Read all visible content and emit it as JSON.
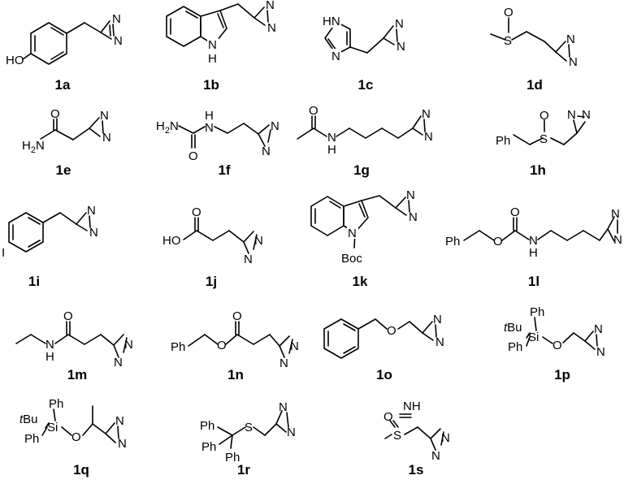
{
  "compounds": [
    {
      "id": "1a",
      "atoms": [
        "HO",
        "N",
        "N"
      ]
    },
    {
      "id": "1b",
      "atoms": [
        "N",
        "H",
        "N",
        "N"
      ]
    },
    {
      "id": "1c",
      "atoms": [
        "HN",
        "N",
        "N",
        "N"
      ]
    },
    {
      "id": "1d",
      "atoms": [
        "O",
        "S",
        "N",
        "N"
      ]
    },
    {
      "id": "1e",
      "atoms": [
        "O",
        "H2N",
        "N",
        "N"
      ]
    },
    {
      "id": "1f",
      "atoms": [
        "H2N",
        "H",
        "N",
        "N",
        "O",
        "N",
        "N"
      ]
    },
    {
      "id": "1g",
      "atoms": [
        "O",
        "N",
        "H",
        "N",
        "N"
      ]
    },
    {
      "id": "1h",
      "atoms": [
        "Ph",
        "O",
        "S",
        "N",
        "N"
      ]
    },
    {
      "id": "1i",
      "atoms": [
        "I",
        "N",
        "N"
      ]
    },
    {
      "id": "1j",
      "atoms": [
        "O",
        "HO",
        "N",
        "N"
      ]
    },
    {
      "id": "1k",
      "atoms": [
        "N",
        "Boc",
        "N",
        "N"
      ]
    },
    {
      "id": "1l",
      "atoms": [
        "O",
        "Ph",
        "O",
        "N",
        "H",
        "N",
        "N"
      ]
    },
    {
      "id": "1m",
      "atoms": [
        "O",
        "N",
        "H",
        "N",
        "N"
      ]
    },
    {
      "id": "1n",
      "atoms": [
        "O",
        "Ph",
        "O",
        "N",
        "N"
      ]
    },
    {
      "id": "1o",
      "atoms": [
        "O",
        "N",
        "N"
      ]
    },
    {
      "id": "1p",
      "atoms": [
        "Ph",
        "tBu",
        "Si",
        "Ph",
        "O",
        "N",
        "N"
      ]
    },
    {
      "id": "1q",
      "atoms": [
        "Ph",
        "tBu",
        "Si",
        "Ph",
        "O",
        "N",
        "N"
      ]
    },
    {
      "id": "1r",
      "atoms": [
        "Ph",
        "S",
        "Ph",
        "Ph",
        "N",
        "N"
      ]
    },
    {
      "id": "1s",
      "atoms": [
        "NH",
        "O",
        "S",
        "N",
        "N"
      ]
    }
  ]
}
